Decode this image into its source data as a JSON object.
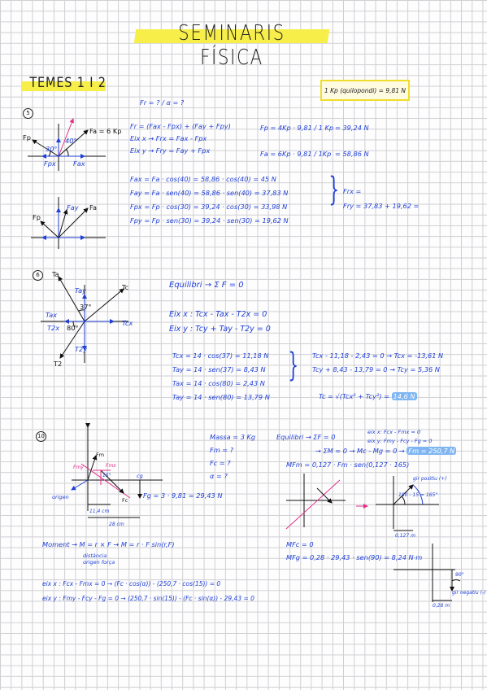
{
  "title": "SEMINARIS FÍSICA",
  "section": "TEMES 1 I 2",
  "note": "1 Kp (quilopondi) = 9,81 N",
  "p5": {
    "num": "5",
    "q": "Fr = ? / α = ?",
    "fr": "Fr = (Fax - Fpx) + (Fay + Fpy)",
    "ejx": "Eix x → Frx = Fax - Fpx",
    "ejy": "Eix y → Fry = Fay + Fpx",
    "fp_l": "Fp = 4Kp · 9,81 / 1 Kp",
    "fp_r": "= 39,24 N",
    "fa_l": "Fa = 6Kp · 9,81 / 1Kp",
    "fa_r": "= 58,86 N",
    "l1": "Fax = Fa · cos(40) = 58,86 · cos(40) = 45 N",
    "l2": "Fay = Fa · sen(40) = 58,86 · sen(40) = 37,83 N",
    "l3": "Fpx = Fp · cos(30) = 39,24 · cos(30) = 33,98 N",
    "l4": "Fpy = Fp · sen(30) = 39,24 · sen(30) = 19,62 N",
    "frx": "Frx =",
    "fry": "Fry = 37,83 + 19,62 =",
    "lbl_fa": "Fa = 6 Kp",
    "lbl_fp": "Fp",
    "lbl_fpx": "Fpx",
    "lbl_fax": "Fax",
    "lbl_fay": "Fay",
    "lbl_a": "Fa",
    "lbl_p": "Fp",
    "ang1": "40°",
    "ang2": "30°"
  },
  "p6": {
    "num": "6",
    "eq": "Equilibri → Σ F = 0",
    "ex": "Eix x : Tcx - Tax - T2x = 0",
    "ey": "Eix y : Tcy + Tay - T2y = 0",
    "r1": "Tcx = 14 · cos(37) = 11,18 N",
    "r2": "Tay = 14 · sen(37) = 8,43 N",
    "r3": "Tax = 14 · cos(80) = 2,43 N",
    "r4": "Tay = 14 · sen(80) = 13,79 N",
    "s1": "Tcx - 11,18 - 2,43 = 0 → Tcx = -13,61 N",
    "s2": "Tcy + 8,43 - 13,79 = 0 → Tcy = 5,36 N",
    "tc": "Tc = √(Tcx² + Tcy²) =",
    "tc_v": "14,6 N",
    "lbl_ta": "Ta",
    "lbl_tc": "Tc",
    "lbl_t2": "T2",
    "lbl_tcx": "Tcx",
    "lbl_tax": "Tax",
    "lbl_tay": "Tay",
    "lbl_t2y": "T2y",
    "lbl_t2x": "T2x",
    "ang1": "37°",
    "ang2": "80°"
  },
  "p10": {
    "num": "10",
    "m1": "Massa = 3 Kg",
    "m2": "Fm = ?",
    "m3": "Fc = ?",
    "m4": "α = ?",
    "eq1": "Equilibri → ΣF = 0",
    "eq1a": "eix x: Fcx - Fmx = 0",
    "eq1b": "eix y: Fmy - Fcy - Fg = 0",
    "eq2": "→ ΣM = 0 → Mc - Mg = 0 →",
    "eq2v": "Fm = 250,7 N",
    "mfm": "MFm = 0,127 · Fm · sen(0,127 · 165)",
    "fg": "Fg = 3 · 9,81 = 29,43 N",
    "moment": "Moment → M = r × F → M = r · F sin(r,F)",
    "dist": "distància",
    "dist2": "origen força",
    "mfc": "MFc = 0",
    "mfg": "MFg = 0,28 · 29,43 · sen(90) = 8,24 N·m",
    "x1": "eix x : Fcx - Fmx = 0 → (Fc · cos(α)) - (250,7 · cos(15)) = 0",
    "y1": "eix y : Fmy - Fcy - Fg = 0 → (250,7 · sin(15)) - (Fc · sin(α)) - 29,43 = 0",
    "lbl_origen": "origen",
    "lbl_fm": "Fm",
    "lbl_fc": "Fc",
    "lbl_cg": "cg",
    "lbl_11": "11,4 cm",
    "lbl_28": "28 cm",
    "lbl_15": "15°",
    "lbl_165": "180 - 15 = 165°",
    "lbl_pos": "gir positiu (+)",
    "lbl_neg": "gir negatiu (-)",
    "lbl_90": "90°",
    "lbl_0127": "0,127 m",
    "lbl_028": "0,28 m",
    "lbl_fmy": "Fmy",
    "lbl_fmx": "Fmx"
  }
}
